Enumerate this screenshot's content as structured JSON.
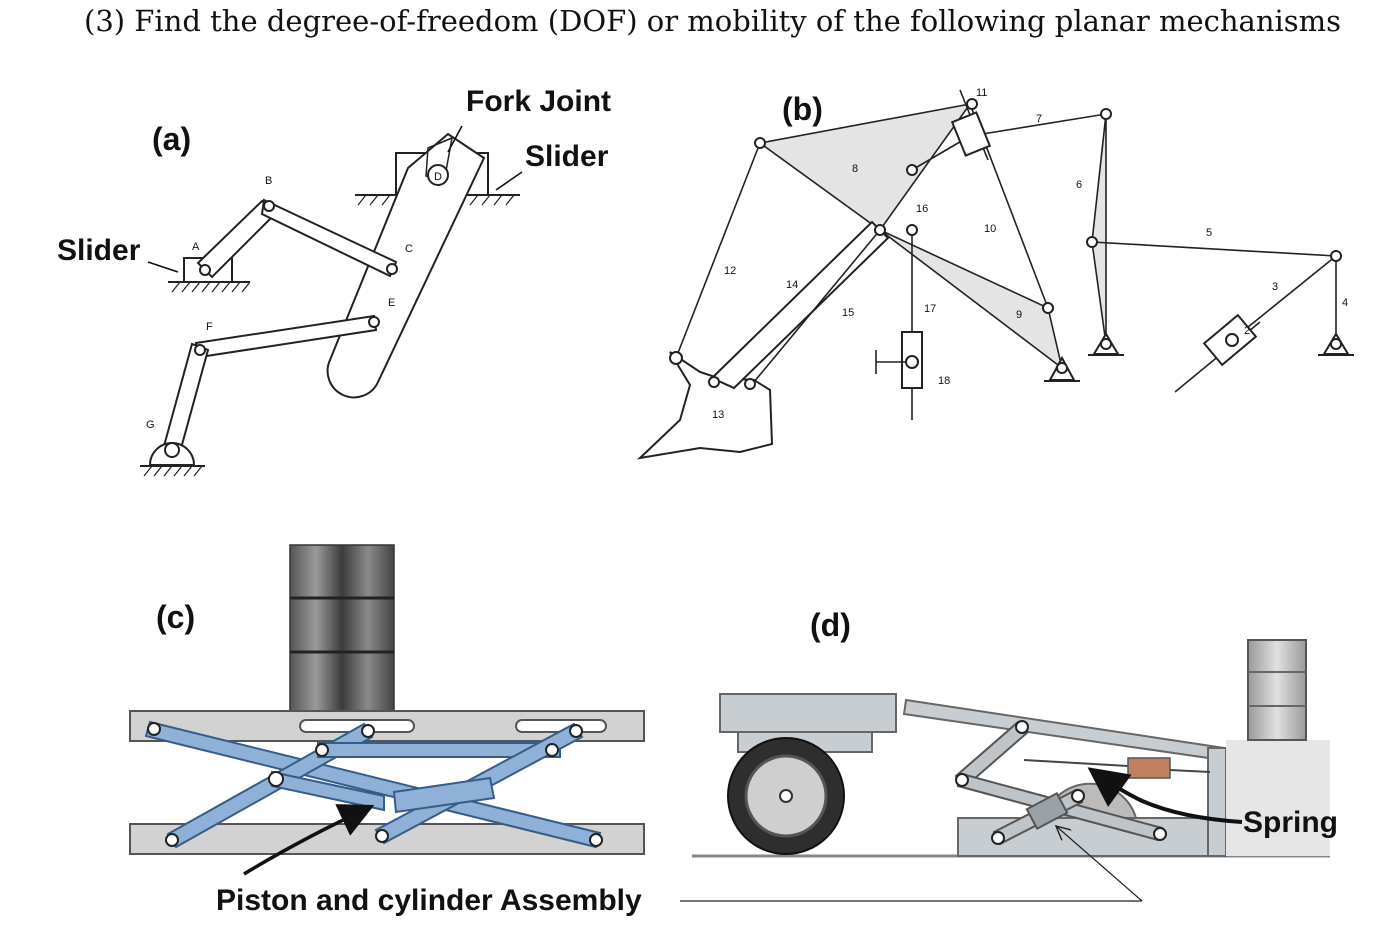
{
  "question": "(3) Find the degree-of-freedom (DOF) or mobility of the following planar mechanisms",
  "panels": {
    "a": {
      "label": "(a)",
      "callouts": {
        "slider_left": "Slider",
        "fork_joint": "Fork Joint",
        "slider_right": "Slider"
      },
      "joints": {
        "A": "A",
        "B": "B",
        "C": "C",
        "D": "D",
        "E": "E",
        "F": "F",
        "G": "G"
      }
    },
    "b": {
      "label": "(b)",
      "links": [
        "2",
        "3",
        "4",
        "5",
        "6",
        "7",
        "8",
        "9",
        "10",
        "11",
        "12",
        "13",
        "14",
        "15",
        "16",
        "17",
        "18"
      ]
    },
    "c": {
      "label": "(c)",
      "callout": "Piston and cylinder Assembly"
    },
    "d": {
      "label": "(d)",
      "callout": "Spring"
    }
  },
  "colors": {
    "scissor_bar": "#8fb1d8",
    "plate": "#d2d2d2",
    "ink": "#222222"
  }
}
